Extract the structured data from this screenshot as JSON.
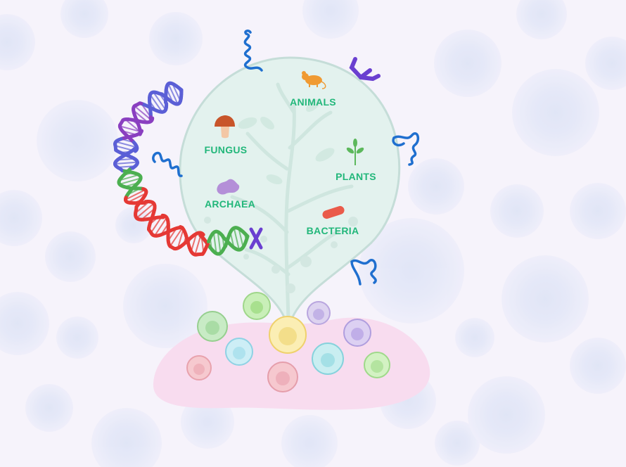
{
  "labels": {
    "animals": "ANIMALS",
    "fungus": "FUNGUS",
    "plants": "PLANTS",
    "archaea": "ARCHAEA",
    "bacteria": "BACTERIA"
  },
  "colors": {
    "background": "#f6f3fb",
    "background_cell": "#e1e6f6",
    "balloon_fill": "#e3f2ee",
    "balloon_stroke": "#c5ddd8",
    "tree": "#cfe6df",
    "label_text": "#22b77a",
    "tissue": "#f7dcef",
    "dna_purple": "#8a3fc0",
    "dna_blue": "#5b5fd6",
    "dna_green": "#4caf50",
    "dna_red": "#e53935",
    "protein_blue": "#1f6fcf",
    "antibody": "#6a3fd0",
    "mushroom_cap": "#c8552a",
    "mouse": "#f09a32",
    "plant": "#5cb85c",
    "archaea": "#b48fd8",
    "bacteria": "#ea5b4a"
  },
  "icons": [
    "dna-helix-icon",
    "protein-coil-icon",
    "antibody-icon",
    "mushroom-icon",
    "mouse-icon",
    "plant-sprout-icon",
    "archaea-cell-icon",
    "bacteria-rod-icon",
    "cell-icon"
  ]
}
